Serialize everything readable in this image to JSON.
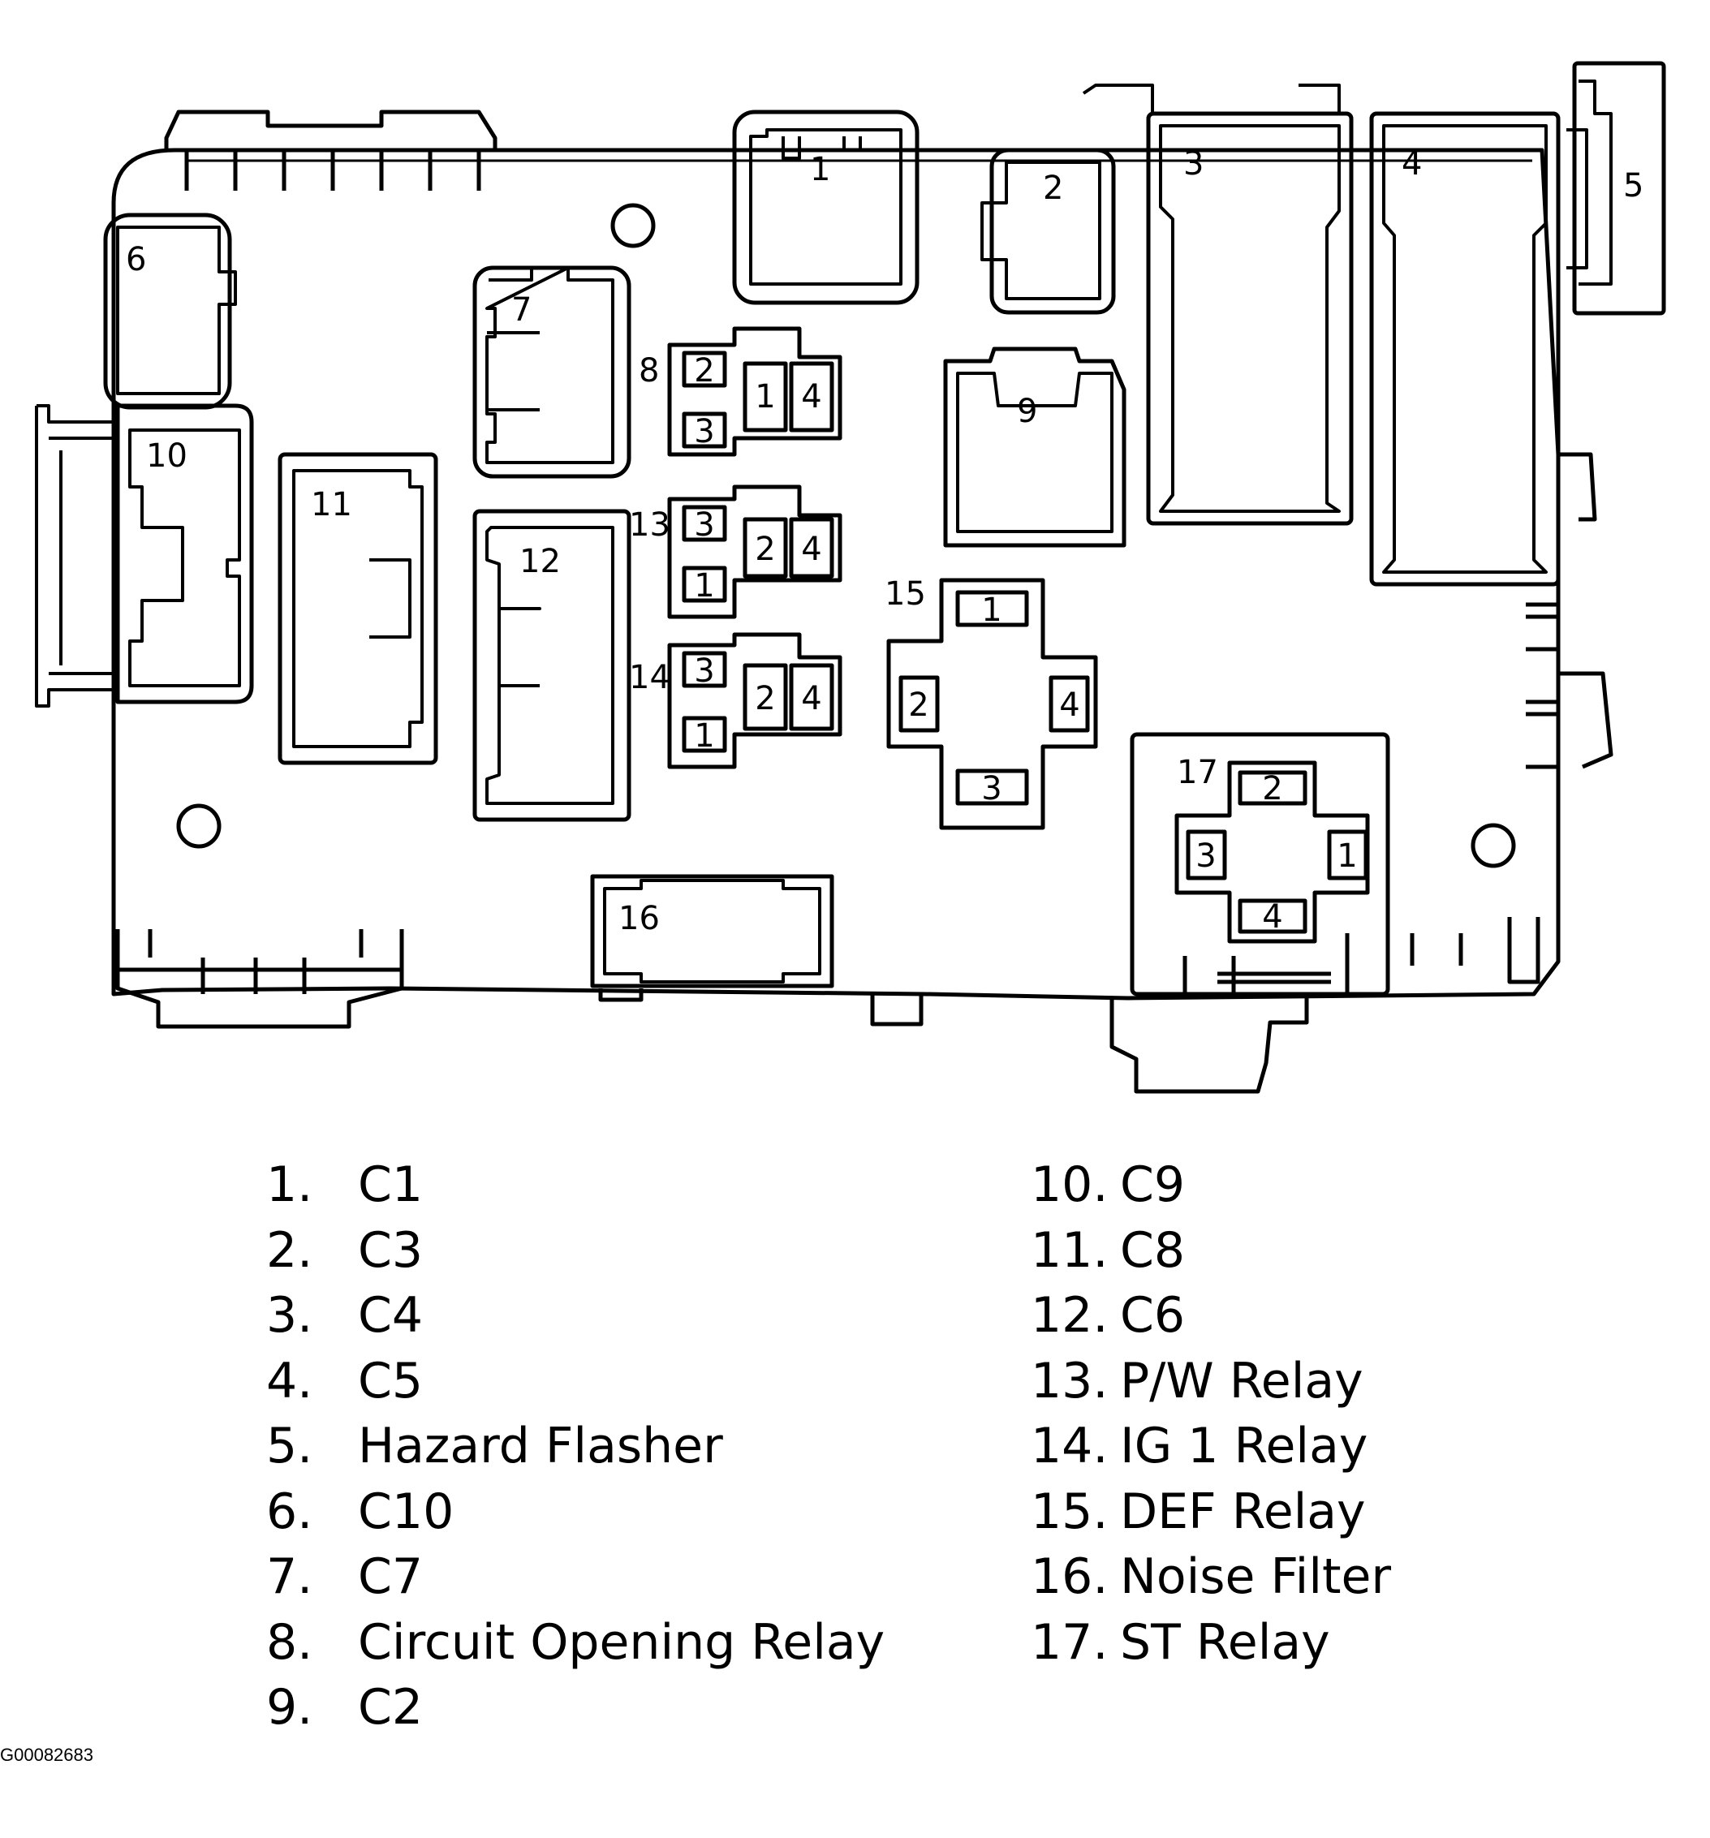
{
  "figure_id": "G00082683",
  "components": [
    {
      "number": "1",
      "label": "C1"
    },
    {
      "number": "2",
      "label": "C3"
    },
    {
      "number": "3",
      "label": "C4"
    },
    {
      "number": "4",
      "label": "C5"
    },
    {
      "number": "5",
      "label": "Hazard Flasher"
    },
    {
      "number": "6",
      "label": "C10"
    },
    {
      "number": "7",
      "label": "C7"
    },
    {
      "number": "8",
      "label": "Circuit Opening Relay"
    },
    {
      "number": "9",
      "label": "C2"
    },
    {
      "number": "10",
      "label": "C9"
    },
    {
      "number": "11",
      "label": "C8"
    },
    {
      "number": "12",
      "label": "C6"
    },
    {
      "number": "13",
      "label": "P/W Relay"
    },
    {
      "number": "14",
      "label": "IG 1 Relay"
    },
    {
      "number": "15",
      "label": "DEF Relay"
    },
    {
      "number": "16",
      "label": "Noise Filter"
    },
    {
      "number": "17",
      "label": "ST Relay"
    }
  ],
  "legend": {
    "left": [
      {
        "num": "1.",
        "label": "C1"
      },
      {
        "num": "2.",
        "label": "C3"
      },
      {
        "num": "3.",
        "label": "C4"
      },
      {
        "num": "4.",
        "label": "C5"
      },
      {
        "num": "5.",
        "label": "Hazard Flasher"
      },
      {
        "num": "6.",
        "label": "C10"
      },
      {
        "num": "7.",
        "label": "C7"
      },
      {
        "num": "8.",
        "label": "Circuit Opening Relay"
      },
      {
        "num": "9.",
        "label": "C2"
      }
    ],
    "right": [
      {
        "num": "10.",
        "label": "C9"
      },
      {
        "num": "11.",
        "label": "C8"
      },
      {
        "num": "12.",
        "label": "C6"
      },
      {
        "num": "13.",
        "label": "P/W Relay"
      },
      {
        "num": "14.",
        "label": "IG 1 Relay"
      },
      {
        "num": "15.",
        "label": "DEF Relay"
      },
      {
        "num": "16.",
        "label": "Noise Filter"
      },
      {
        "num": "17.",
        "label": "ST Relay"
      }
    ]
  },
  "relay_pins": {
    "r8": [
      "2",
      "3",
      "1",
      "4"
    ],
    "r13": [
      "3",
      "1",
      "2",
      "4"
    ],
    "r14": [
      "3",
      "1",
      "2",
      "4"
    ],
    "r15": [
      "1",
      "2",
      "4",
      "3"
    ],
    "r17": [
      "2",
      "3",
      "1",
      "4"
    ]
  }
}
